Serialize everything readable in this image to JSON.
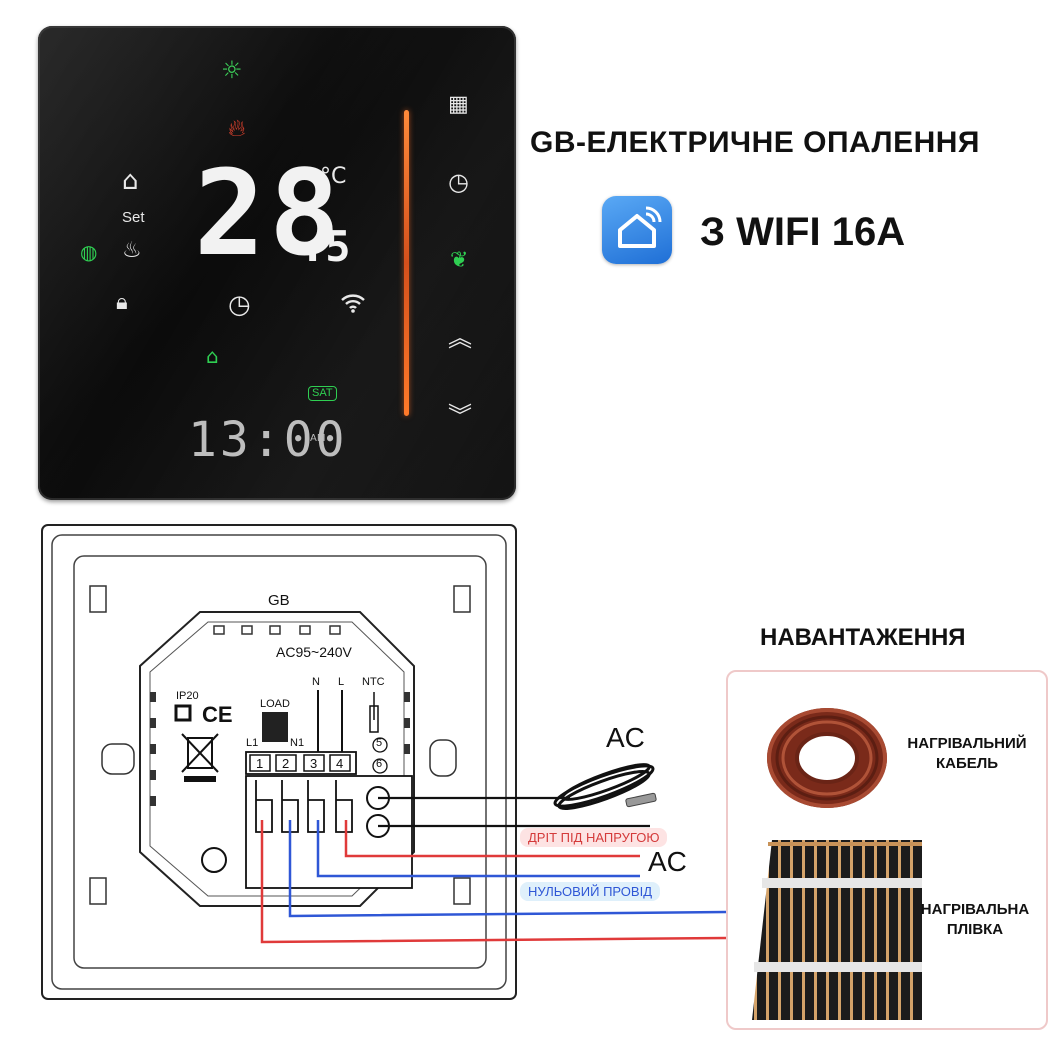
{
  "title": "GB-ЕЛЕКТРИЧНЕ ОПАЛЕННЯ",
  "subtitle": "З WIFI 16A",
  "display": {
    "temperature": "28",
    "temperature_decimal": ".5",
    "unit": "°C",
    "set_label": "Set",
    "clock": "13:00",
    "am_label": "AM",
    "sat_label": "SAT"
  },
  "wiring": {
    "model": "GB",
    "voltage": "AC95~240V",
    "ip_label": "IP20",
    "ce_label": "CE",
    "load_label": "LOAD",
    "l1_label": "L1",
    "n1_label": "N1",
    "n_label": "N",
    "l_label": "L",
    "ntc_label": "NTC",
    "terminals": [
      "1",
      "2",
      "3",
      "4"
    ],
    "ntc_terminals": [
      "5",
      "6"
    ],
    "ac_top": "AC",
    "ac_bottom": "AC",
    "live_wire": "ДРІТ ПІД НАПРУГОЮ",
    "neutral_wire": "НУЛЬОВИЙ ПРОВІД"
  },
  "load": {
    "title": "НАВАНТАЖЕННЯ",
    "cable_label": "НАГРІВАЛЬНИЙ КАБЕЛЬ",
    "film_label": "НАГРІВАЛЬНА ПЛІВКА"
  },
  "colors": {
    "live": "#e03a3a",
    "neutral": "#2f57d6",
    "display_green": "#2fcf52",
    "flame": "#e0422e",
    "accent_bar": "#ff7a2a",
    "live_tag_bg": "#fde3e3",
    "neutral_tag_bg": "#dff0fb"
  }
}
